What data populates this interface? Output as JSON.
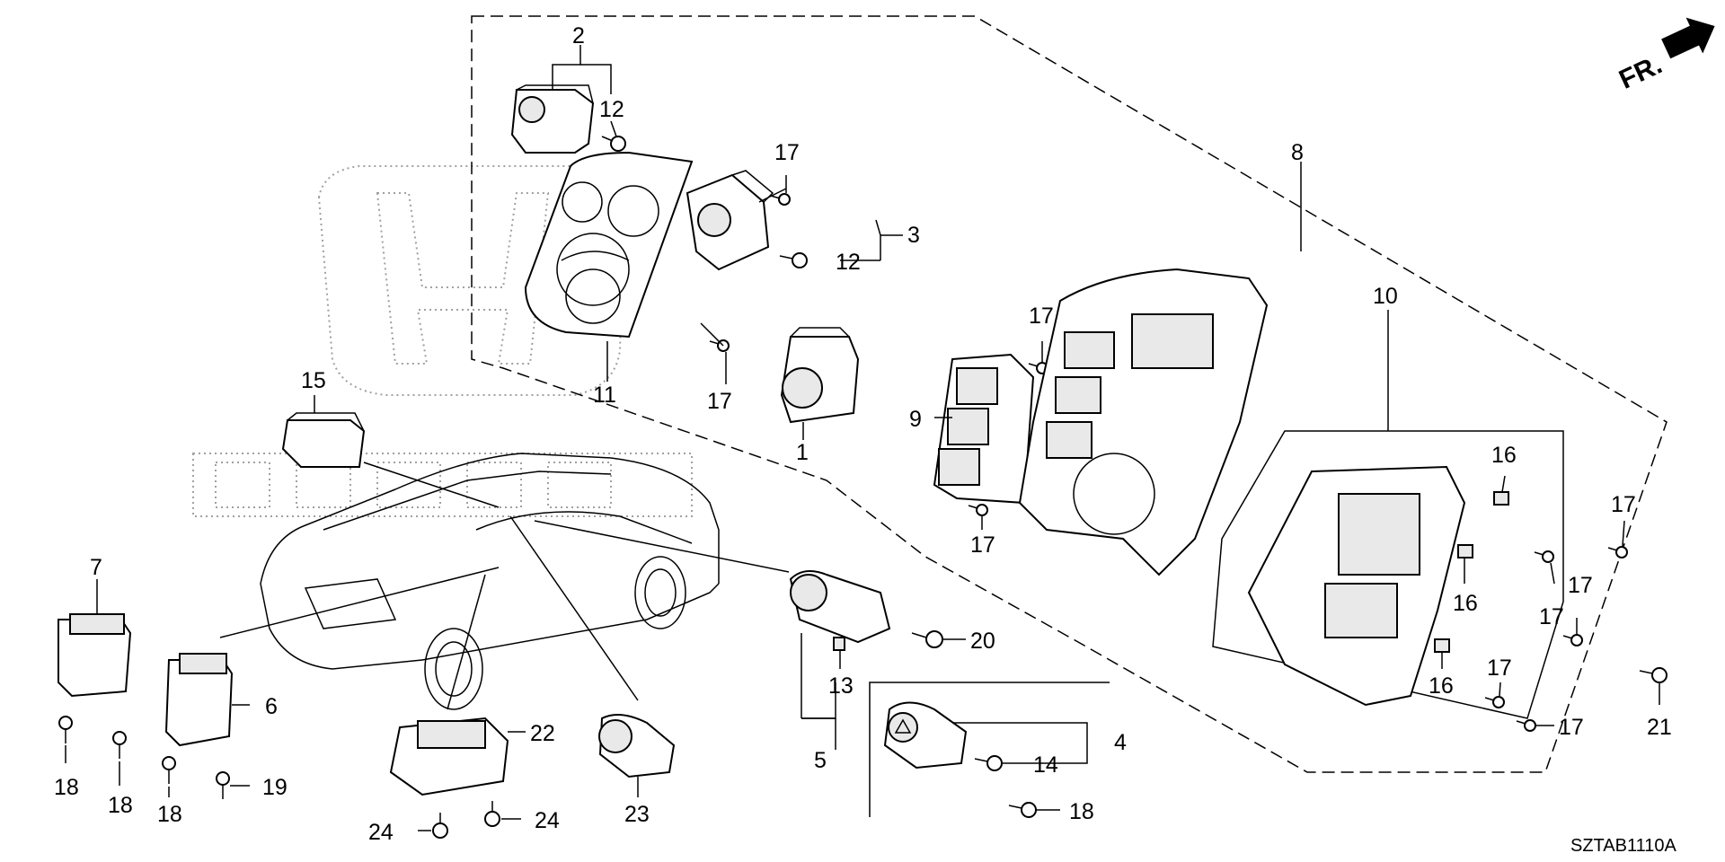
{
  "direction_marker": "FR.",
  "diagram_code": "SZTAB1110A",
  "callouts": [
    "1",
    "2",
    "3",
    "4",
    "5",
    "6",
    "7",
    "8",
    "9",
    "10",
    "11",
    "12",
    "12",
    "13",
    "14",
    "15",
    "16",
    "16",
    "16",
    "17",
    "17",
    "17",
    "17",
    "17",
    "17",
    "17",
    "17",
    "17",
    "18",
    "18",
    "18",
    "18",
    "19",
    "20",
    "21",
    "22",
    "23",
    "24",
    "24"
  ]
}
